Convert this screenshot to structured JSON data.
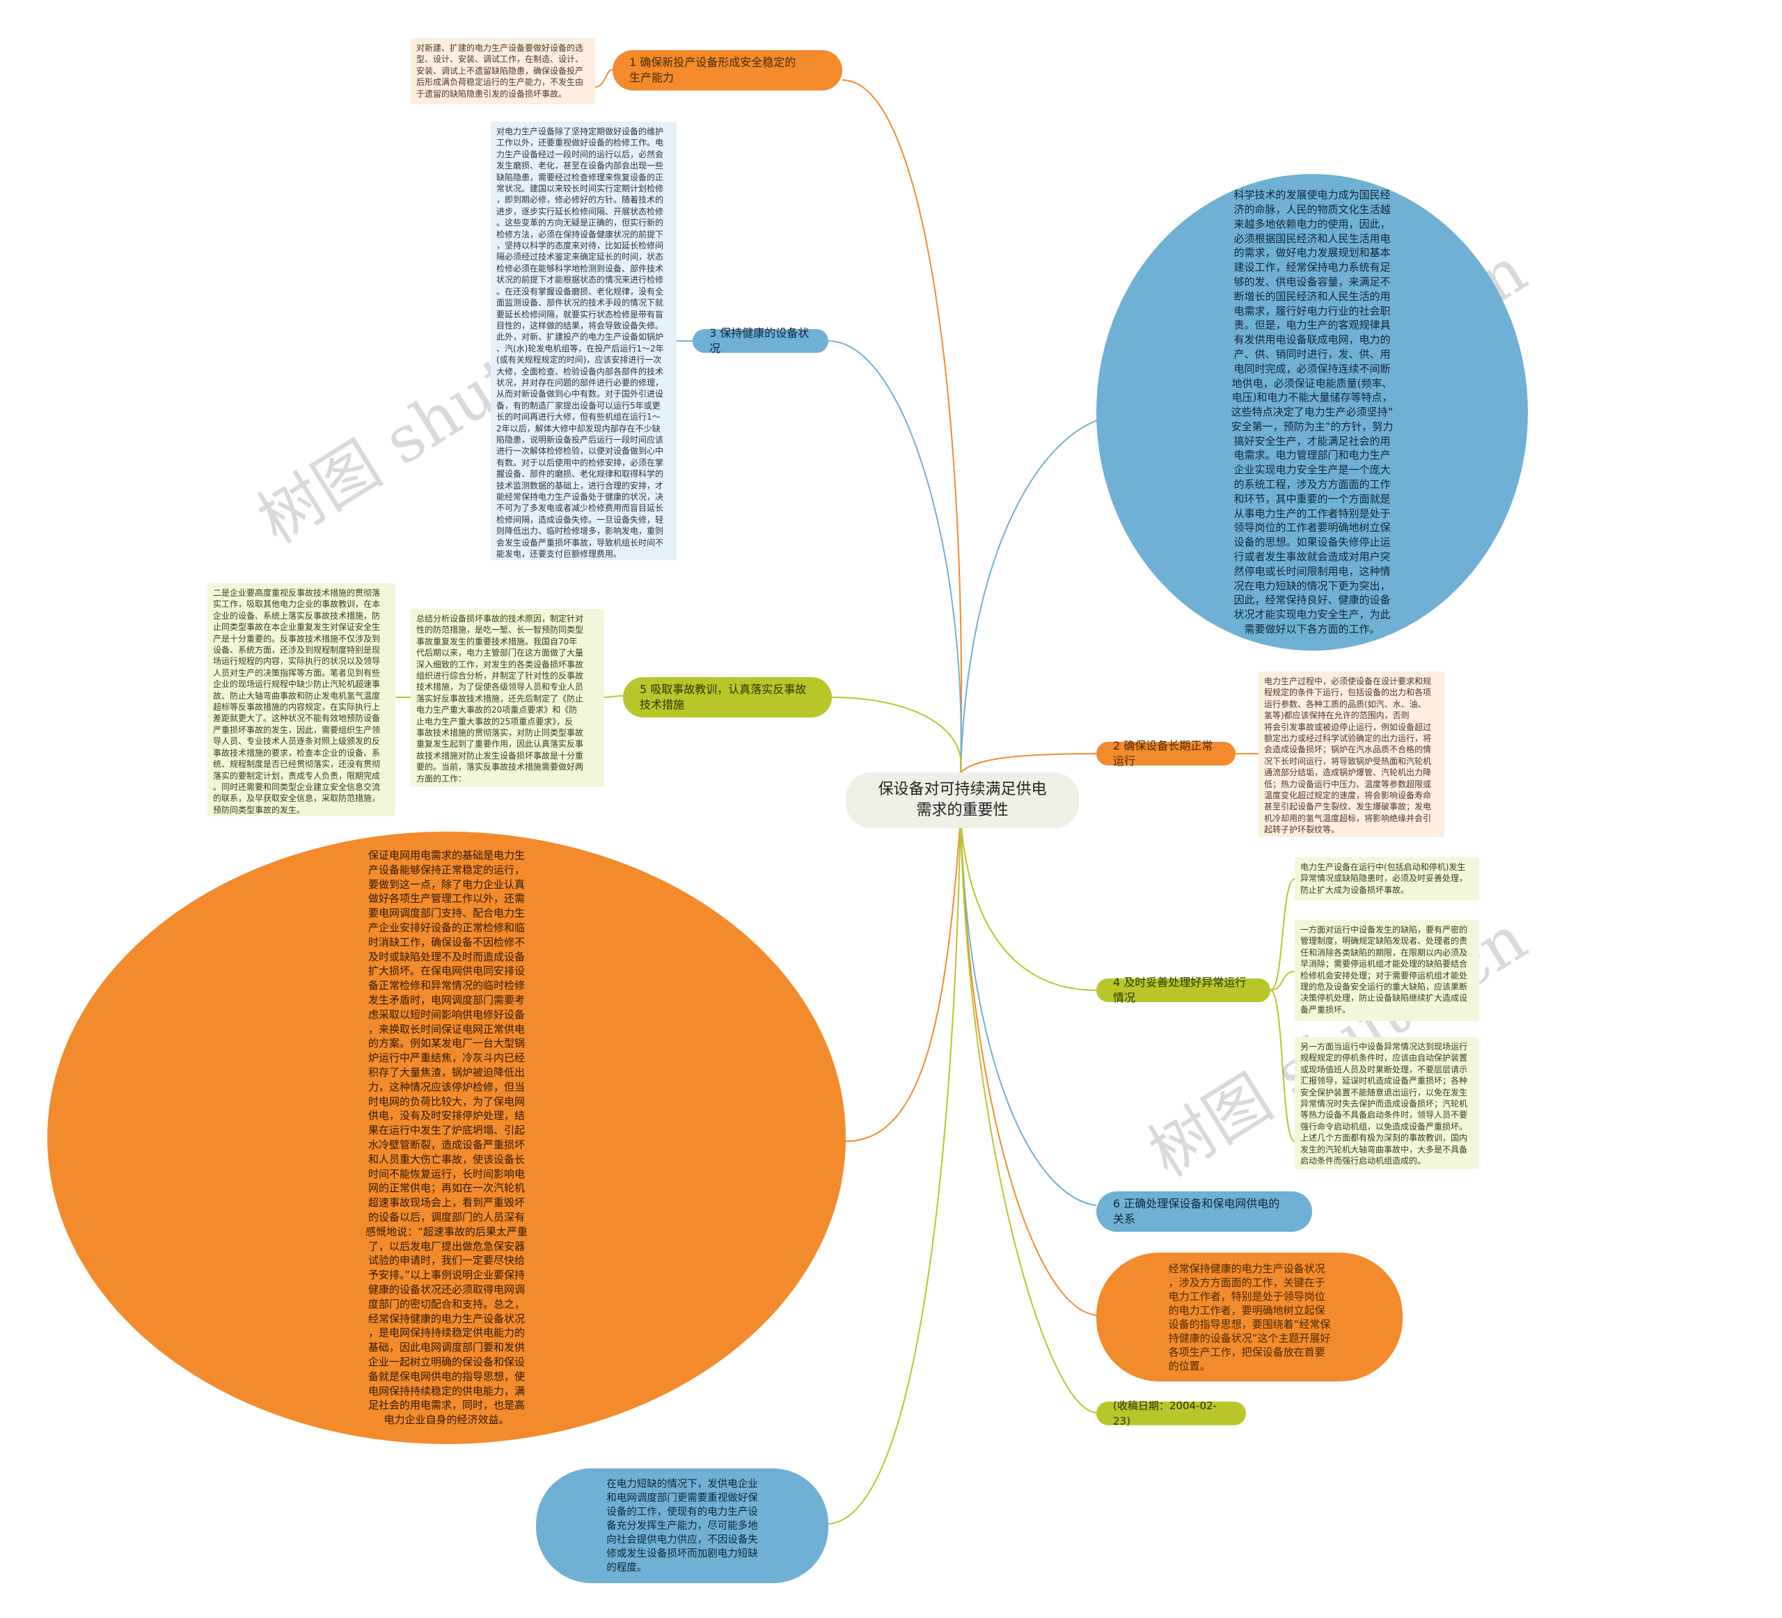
{
  "center": {
    "title": "保设备对可持续满足供电\n需求的重要性"
  },
  "branches": {
    "b1": {
      "label": "1 确保新投产设备形成安全稳定的\n生产能力",
      "color": "#f38a2c"
    },
    "b2": {
      "label": "2 确保设备长期正常运行",
      "color": "#f38a2c"
    },
    "b3": {
      "label": "3 保持健康的设备状况",
      "color": "#6fb0d4"
    },
    "b4": {
      "label": "4 及时妥善处理好异常运行情况",
      "color": "#b9c62a"
    },
    "b5": {
      "label": "5 吸取事故教训，认真落实反事故\n技术措施",
      "color": "#b9c62a"
    },
    "b6": {
      "label": "6 正确处理保设备和保电网供电的\n关系",
      "color": "#6fb0d4"
    },
    "b7": {
      "label": "经常保持健康的电力生产设备状况\n，涉及方方面面的工作，关键在于\n电力工作者，特别是处于领导岗位\n的电力工作者，要明确地树立起保\n设备的指导思想，要围绕着“经常保\n持健康的设备状况”这个主题开展好\n各项生产工作，把保设备放在首要\n的位置。",
      "color": "#f38a2c"
    },
    "b8": {
      "label": "(收稿日期：2004-02-23)",
      "color": "#b9c62a"
    }
  },
  "notes": {
    "n1": "对新建、扩建的电力生产设备要做好设备的选\n型、设计、安装、调试工作，在制造、设计、\n安装、调试上不遗留缺陷隐患，确保设备投产\n后形成满负荷稳定运行的生产能力，不发生由\n于遗留的缺陷隐患引发的设备损坏事故。",
    "n2": "电力生产过程中，必须使设备在设计要求和规\n程规定的条件下运行，包括设备的出力和各项\n运行参数、各种工质的品质(如汽、水、油、\n氢等)都应该保持在允许的范围内，否则\n将会引发事故或被迫停止运行，例如设备超过\n额定出力或经过科学试验确定的出力运行，将\n会造成设备损坏；锅炉在汽水品质不合格的情\n况下长时间运行，将导致锅炉受热面和汽轮机\n通流部分结垢，造成锅炉爆管、汽轮机出力降\n低；热力设备运行中压力、温度等参数超限或\n温度变化超过规定的速度，将会影响设备寿命\n甚至引起设备产生裂纹、发生爆破事故；发电\n机冷却用的氢气温度超标，将影响绝缘并会引\n起转子护环裂纹等。",
    "n3": "对电力生产设备除了坚持定期做好设备的维护\n工作以外，还要重视做好设备的检修工作。电\n力生产设备经过一段时间的运行以后，必然会\n发生磨损、老化，甚至在设备内部会出现一些\n缺陷隐患，需要经过检查修理来恢复设备的正\n常状况。建国以来较长时间实行定期计划检修\n，即到期必修，修必修好的方针。随着技术的\n进步，逐步实行延长检修间隔、开展状态检修\n。这些变革的方向无疑是正确的，但实行新的\n检修方法，必须在保持设备健康状况的前提下\n，坚持以科学的态度来对待，比如延长检修间\n隔必须经过技术鉴定来确定延长的时间，状态\n检修必须在能够科学地检测到设备、部件技术\n状况的前提下才能根据状态的情况来进行检修\n。在还没有掌握设备磨损、老化规律，没有全\n面监测设备、部件状况的技术手段的情况下就\n要延长检修间隔，就要实行状态检修是带有盲\n目性的，这样做的结果，将会导致设备失修。\n此外，对新、扩建投产的电力生产设备如锅炉\n、汽(水)轮发电机组等，在投产后运行1～2年\n(或有关规程规定的时间)，应该安排进行一次\n大修，全面检查、检验设备内部各部件的技术\n状况，并对存在问题的部件进行必要的修理，\n从而对新设备做到心中有数。对于国外引进设\n备，有的制造厂家提出设备可以运行5年或更\n长的时间再进行大修，但有些机组在运行1～\n2年以后，解体大修中却发现内部存在不少缺\n陷隐患，说明新设备投产后运行一段时间应该\n进行一次解体检修检验，以便对设备做到心中\n有数。对于以后使用中的检修安排，必须在掌\n握设备、部件的磨损、老化规律和取得科学的\n技术监测数据的基础上，进行合理的安排，才\n能经常保持电力生产设备处于健康的状况，决\n不可为了多发电或者减少检修费用而盲目延长\n检修间隔，造成设备失修。一旦设备失修，轻\n则降低出力、临时检修增多，影响发电，重则\n会发生设备严重损坏事故，导致机组长时间不\n能发电，还要支付巨额修理费用。",
    "n4a": "电力生产设备在运行中(包括启动和停机)发生\n异常情况或缺陷隐患时，必须及时妥善处理，\n防止扩大成为设备损坏事故。",
    "n4b": "一方面对运行中设备发生的缺陷，要有严密的\n管理制度，明确规定缺陷发现者、处理者的责\n任和消除各类缺陷的期限，在限期以内必须及\n早消除；需要停运机组才能处理的缺陷要结合\n检修机会安排处理；对于需要停运机组才能处\n理的危及设备安全运行的重大缺陷，应该果断\n决策停机处理，防止设备缺陷继续扩大造成设\n备严重损坏。",
    "n4c": "另一方面当运行中设备异常情况达到现场运行\n规程规定的停机条件时，应该由自动保护装置\n或现场值班人员及时果断处理，不要层层请示\n汇报领导，延误时机造成设备严重损坏；各种\n安全保护装置不能随意退出运行，以免在发生\n异常情况时失去保护而造成设备损坏；汽轮机\n等热力设备不具备启动条件时，领导人员不要\n强行命令启动机组，以免造成设备严重损坏。\n上述几个方面都有极为深刻的事故教训，国内\n发生的汽轮机大轴弯曲事故中，大多是不具备\n启动条件而强行启动机组造成的。",
    "n5a": "总结分析设备损坏事故的技术原因，制定针对\n性的防范措施，是吃一堑、长一智预防同类型\n事故重复发生的重要技术措施。我国自70年\n代后期以来，电力主管部门在这方面做了大量\n深入细致的工作，对发生的各类设备损坏事故\n组织进行综合分析，并制定了针对性的反事故\n技术措施，为了促使各级领导人员和专业人员\n落实好反事故技术措施，还先后制定了《防止\n电力生产重大事故的20项重点要求》和《防\n止电力生产重大事故的25项重点要求》，反\n事故技术措施的贯彻落实，对防止同类型事故\n重复发生起到了重要作用，因此认真落实反事\n故技术措施对防止发生设备损坏事故是十分重\n要的。当前，落实反事故技术措施需要做好两\n方面的工作：",
    "n5b": "二是企业要高度重视反事故技术措施的贯彻落\n实工作，吸取其他电力企业的事故教训，在本\n企业的设备、系统上落实反事故技术措施，防\n止同类型事故在本企业重复发生对保证安全生\n产是十分重要的。反事故技术措施不仅涉及到\n设备、系统方面，还涉及到规程制度特别是现\n场运行规程的内容，实际执行的状况以及领导\n人员对生产的决策指挥等方面。笔者见到有些\n企业的现场运行规程中缺少防止汽轮机超速事\n故、防止大轴弯曲事故和防止发电机氢气温度\n超标等反事故措施的内容规定，在实际执行上\n差距就更大了。这种状况不能有效地预防设备\n严重损坏事故的发生，因此，需要组织生产领\n导人员、专业技术人员逐条对照上级颁发的反\n事故技术措施的要求，检查本企业的设备、系\n统、规程制度是否已经贯彻落实，还没有贯彻\n落实的要制定计划，责成专人负责，限期完成\n。同时还需要和同类型企业建立安全信息交流\n的联系，及早获取安全信息，采取防范措施，\n预防同类型事故的发生。",
    "n6": "在电力短缺的情况下，发供电企业\n和电网调度部门更需要重视做好保\n设备的工作，使现有的电力生产设\n备充分发挥生产能力，尽可能多地\n向社会提供电力供应，不因设备失\n修或发生设备损坏而加剧电力短缺\n的程度。"
  },
  "blobs": {
    "blue_right": "科学技术的发展使电力成为国民经\n济的命脉，人民的物质文化生活越\n来越多地依赖电力的使用，因此，\n必须根据国民经济和人民生活用电\n的需求，做好电力发展规划和基本\n建设工作，经常保持电力系统有足\n够的发、供电设备容量，来满足不\n断增长的国民经济和人民生活的用\n电需求，履行好电力行业的社会职\n责。但是，电力生产的客观规律具\n有发供用电设备联成电网，电力的\n产、供、销同时进行，发、供、用\n电同时完成，必须保持连续不间断\n地供电，必须保证电能质量(频率、\n电压)和电力不能大量储存等特点，\n这些特点决定了电力生产必须坚持“\n安全第一，预防为主”的方针，努力\n搞好安全生产，才能满足社会的用\n电需求。电力管理部门和电力生产\n企业实现电力安全生产是一个庞大\n的系统工程，涉及方方面面的工作\n和环节，其中重要的一个方面就是\n从事电力生产的工作者特别是处于\n领导岗位的工作者要明确地树立保\n设备的思想。如果设备失修停止运\n行或者发生事故就会造成对用户突\n然停电或长时间限制用电，这种情\n况在电力短缺的情况下更为突出，\n因此，经常保持良好、健康的设备\n状况才能实现电力安全生产，为此\n需要做好以下各方面的工作。",
    "orange_left": "保证电网用电需求的基础是电力生\n产设备能够保持正常稳定的运行，\n要做到这一点，除了电力企业认真\n做好各项生产管理工作以外，还需\n要电网调度部门支持、配合电力生\n产企业安排好设备的正常检修和临\n时消缺工作，确保设备不因检修不\n及时或缺陷处理不及时而造成设备\n扩大损坏。在保电网供电同安排设\n备正常检修和异常情况的临时检修\n发生矛盾时，电网调度部门需要考\n虑采取以短时间影响供电修好设备\n，来换取长时间保证电网正常供电\n的方案。例如某发电厂一台大型锅\n炉运行中严重结焦，冷灰斗内已经\n积存了大量焦渣，锅炉被迫降低出\n力，这种情况应该停炉检修，但当\n时电网的负荷比较大，为了保电网\n供电，没有及时安排停炉处理，结\n果在运行中发生了炉底坍塌、引起\n水冷壁管断裂，造成设备严重损坏\n和人员重大伤亡事故，使该设备长\n时间不能恢复运行，长时间影响电\n网的正常供电；再如在一次汽轮机\n超速事故现场会上，看到严重毁坏\n的设备以后，调度部门的人员深有\n感慨地说：“超速事故的后果太严重\n了，以后发电厂提出做危急保安器\n试验的申请时，我们一定要尽快给\n予安排。”以上事例说明企业要保持\n健康的设备状况还必须取得电网调\n度部门的密切配合和支持。总之，\n经常保持健康的电力生产设备状况\n，是电网保持持续稳定供电能力的\n基础，因此电网调度部门要和发供\n企业一起树立明确的保设备和保设\n备就是保电网供电的指导思想，使\n电网保持持续稳定的供电能力，满\n足社会的用电需求，同时，也是高\n电力企业自身的经济效益。"
  },
  "watermarks": [
    "树图 shutu.cn",
    "树图 shutu.cn",
    "树图 shutu.cn",
    "树图 shutu.cn"
  ],
  "colors": {
    "orange": "#f38a2c",
    "blue": "#6fb0d4",
    "olive": "#b9c62a",
    "center_bg": "#efefe6"
  }
}
